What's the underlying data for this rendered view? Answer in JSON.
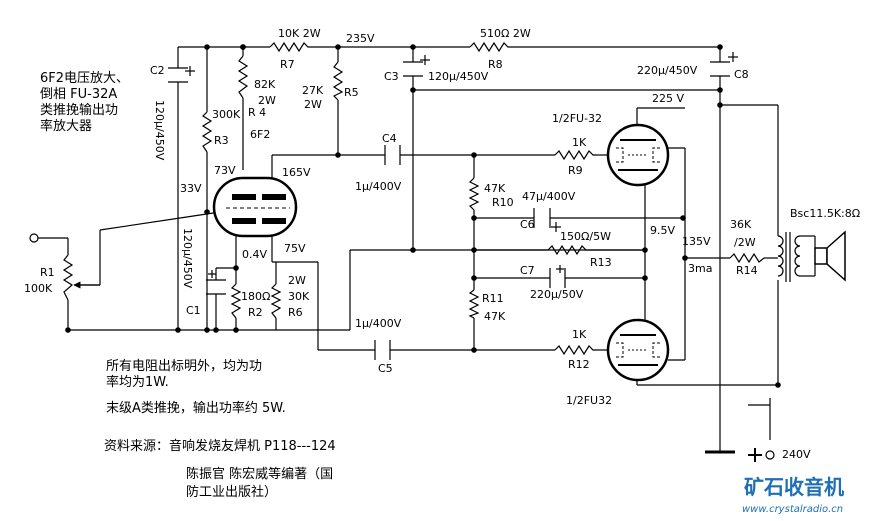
{
  "title_lines": [
    "6F2电压放大、",
    "倒相  FU-32A",
    "类推挽输出功",
    "率放大器"
  ],
  "components": {
    "C2": "C2",
    "C2_value": "120μ/450V",
    "R7": "R7",
    "R7_value": "10K 2W",
    "V235": "235V",
    "R8": "R8",
    "R8_value": "510Ω  2W",
    "C3": "C3",
    "C3_value": "120μ/450V",
    "C8": "C8",
    "C8_value": "220μ/450V",
    "V225": "225 V",
    "R4": "R 4",
    "R4_value": "82K",
    "R4_w": "2W",
    "R5": "R5",
    "R5_value": "27K",
    "R5_w": "2W",
    "R3": "R3",
    "R3_value": "300K",
    "tube1": "6F2",
    "V165": "165V",
    "V73": "73V",
    "V33": "33V",
    "C4": "C4",
    "C4_value": "1μ/400V",
    "tube2": "1/2FU-32",
    "R9": "R9",
    "R9_value": "1K",
    "R10": "R10",
    "R10_value": "47K",
    "C6": "C6",
    "C6_value": "47μ/400V",
    "V9_5": "9.5V",
    "R13": "R13",
    "R13_value": "150Ω/5W",
    "V135": "135V",
    "I3ma": "3ma",
    "R14": "R14",
    "R14_value": "36K",
    "R14_w": "/2W",
    "transformer": "Bsc11.5K:8Ω",
    "R1": "R1",
    "R1_value": "100K",
    "C1": "C1",
    "C1_value": "120μ/450V",
    "V0_4": "0.4V",
    "V75": "75V",
    "R6": "R6",
    "R6_value": "30K",
    "R6_w": "2W",
    "R2": "R2",
    "R2_value": "180Ω",
    "C7": "C7",
    "C7_value": "220μ/50V",
    "R11": "R11",
    "R11_value": "47K",
    "C5": "C5",
    "C5_value": "1μ/400V",
    "R12": "R12",
    "R12_value": "1K",
    "tube3": "1/2FU32",
    "V240": "240V"
  },
  "notes": [
    "所有电阻出标明外，均为功",
    "率均为1W.",
    "末级A类推挽，输出功率约 5W."
  ],
  "source": [
    "资料来源：音响发烧友焊机 P118---124",
    "陈振官 陈宏威等编著（国",
    "防工业出版社）"
  ],
  "watermark": {
    "name": "矿石收音机",
    "url": "www.crystalradio.cn"
  },
  "colors": {
    "ink": "#000000",
    "watermark": "#1f6fb5"
  }
}
